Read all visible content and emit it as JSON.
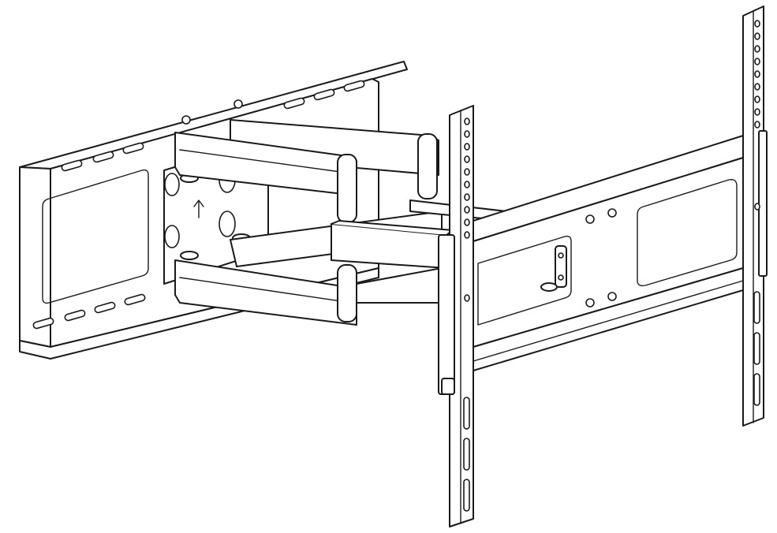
{
  "drawing": {
    "line_color": "#1a1a1a",
    "fill_color": "#ffffff",
    "parts": [
      "wall-plate",
      "upper-arm",
      "lower-arm",
      "forearm",
      "tv-bracket-frame",
      "tv-bracket-rail-left",
      "tv-bracket-rail-right",
      "up-arrow-marking"
    ],
    "up_arrow_glyph": "↑"
  }
}
